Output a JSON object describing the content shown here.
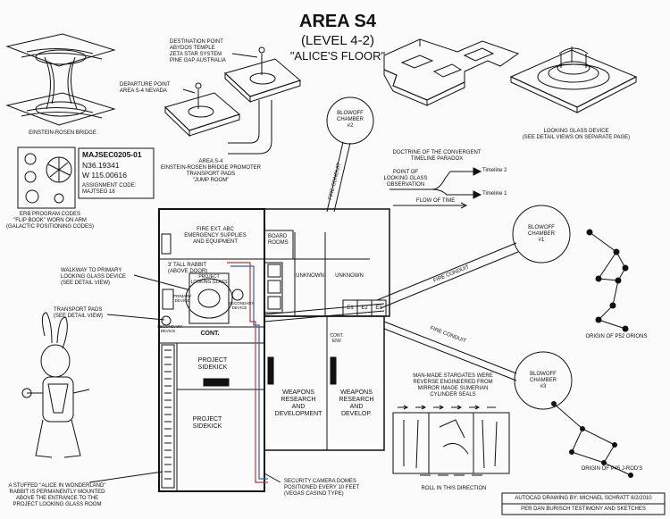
{
  "title": {
    "line1": "AREA S4",
    "line2": "(LEVEL 4-2)",
    "line3": "\"ALICE'S FLOOR\""
  },
  "top_left": {
    "bridge_label": "EINSTEIN-ROSEN BRIDGE",
    "destination": [
      "DESTINATION POINT",
      "ABYDOS TEMPLE",
      "ZETA STAR SYSTEM",
      "PINE GAP AUSTRALIA"
    ],
    "departure": [
      "DEPARTURE POINT",
      "AREA S-4 NEVADA"
    ],
    "promoter": [
      "AREA S-4",
      "EINSTEIN-ROSEN BRIDGE PROMOTER",
      "TRANSPORT PADS",
      "\"JUMP ROOM\""
    ]
  },
  "majsec": {
    "code": "MAJSEC0205-01",
    "lat": "N36.19341",
    "lon": "W 115.00616",
    "assignment": [
      "ASSIGNMENT CODE:",
      "MAJTSEO 18"
    ],
    "erb": [
      "ERB PROGRAM CODES",
      "\"FLIP BOOK\" WORN ON ARM",
      "(GALACTIC POSITIONING CODES)"
    ]
  },
  "looking_glass": [
    "LOOKING GLASS DEVICE",
    "(SEE DETAIL VIEWS ON SEPARATE PAGE)"
  ],
  "chambers": [
    {
      "line1": "BLOWOFF",
      "line2": "CHAMBER",
      "line3": "#2"
    },
    {
      "line1": "BLOWOFF",
      "line2": "CHAMBER",
      "line3": "#1"
    },
    {
      "line1": "BLOWOFF",
      "line2": "CHAMBER",
      "line3": "#3"
    }
  ],
  "doctrine": {
    "heading": [
      "DOCTRINE OF THE CONVERGENT",
      "TIMELINE PARADOX"
    ],
    "point": [
      "POINT OF",
      "LOOKING GLASS",
      "OBSERVATION"
    ],
    "timeline2": "Timeline 2",
    "timeline1": "Timeline 1",
    "flow": "FLOW OF TIME"
  },
  "conduit_label": "FIRE CONDUIT",
  "floorplan": {
    "fire_ext": [
      "FIRE EXT. ABC",
      "EMERGENCY SUPPLIES",
      "AND EQUIPMENT"
    ],
    "board_rooms": [
      "BOARD",
      "ROOMS"
    ],
    "rabbit_door": [
      "3' TALL RABBIT",
      "(ABOVE DOOR)"
    ],
    "unknown1": "UNKNOWN",
    "unknown2": "UNKNOWN",
    "project_lg": [
      "PROJECT",
      "LOOKING GLASS"
    ],
    "primary": [
      "PRIMARY",
      "DEVICE"
    ],
    "secondary_left": [
      "SECONDARY",
      "DEVICE"
    ],
    "secondary_right": [
      "SECONDARY",
      "DEVICE"
    ],
    "e1": "E1",
    "e2": "E2",
    "e3": "E3",
    "cont": "CONT.",
    "cont_env": [
      "CONT.",
      "ENV"
    ],
    "sidekick1": [
      "PROJECT",
      "SIDEKICK"
    ],
    "sidekick2": [
      "PROJECT",
      "SIDEKICK"
    ],
    "weapons1": [
      "WEAPONS",
      "RESEARCH",
      "AND",
      "DEVELOPMENT"
    ],
    "weapons2": [
      "WEAPONS",
      "RESEARCH",
      "AND",
      "DEVELOP."
    ]
  },
  "callouts": {
    "walkway": [
      "WALKWAY TO PRIMARY",
      "LOOKING GLASS DEVICE",
      "(SEE DETAIL VIEW)"
    ],
    "transport": [
      "TRANSPORT PADS",
      "(SEE DETAIL VIEW)"
    ],
    "rabbit": [
      "A STUFFED \"ALICE IN WONDERLAND\"",
      "RABBIT IS PERMANENTLY MOUNTED",
      "ABOVE THE ENTRANCE TO THE",
      "PROJECT LOOKING GLASS ROOM"
    ],
    "camera": [
      "SECURITY CAMERA DOMES",
      "POSITIONED EVERY 10 FEET",
      "(VEGAS CASINO TYPE)"
    ]
  },
  "stargates": {
    "text": [
      "MAN-MADE STARGATES WERE",
      "REVERSE ENGINEERED FROM",
      "MIRROR IMAGE SUMERIAN",
      "CYLINDER SEALS"
    ],
    "roll": "ROLL IN THIS DIRECTION"
  },
  "constellations": {
    "orion": "ORIGIN OF P52 ORIONS",
    "jrod": "ORIGIN OF P45 J-ROD'S"
  },
  "credits": [
    "AUTOCAD DRAWING BY: MICHAEL SCHRATT 6/2/2010",
    "PER DAN BURISCH TESTIMONY AND SKETCHES"
  ]
}
